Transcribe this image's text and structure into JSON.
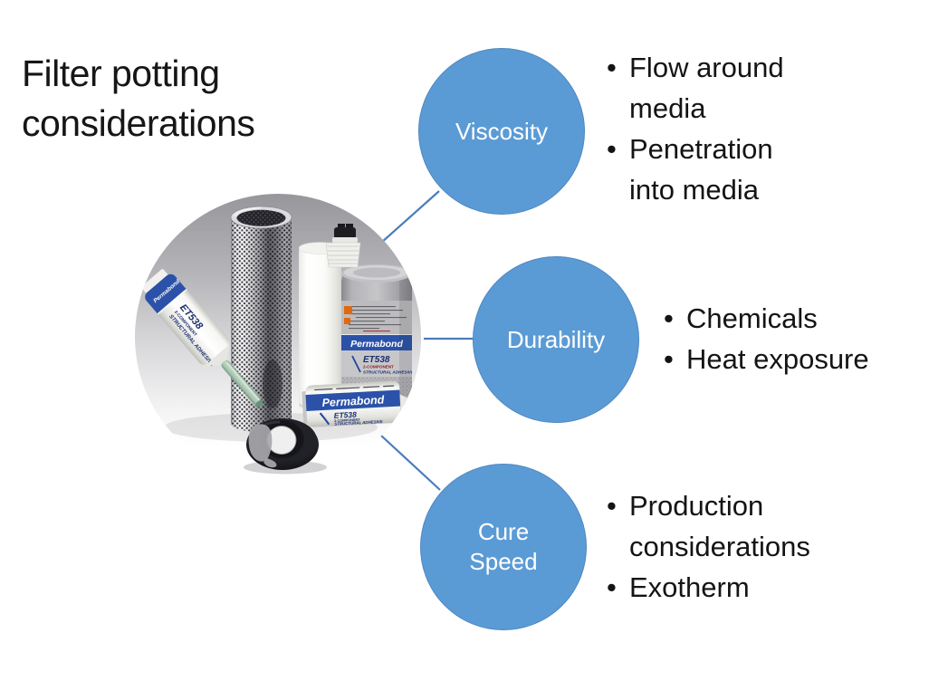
{
  "title": "Filter potting considerations",
  "bullet_char": "•",
  "topics": [
    {
      "label": "Viscosity",
      "bullets": [
        "Flow around media",
        "Penetration into media"
      ]
    },
    {
      "label": "Durability",
      "bullets": [
        "Chemicals",
        "Heat exposure"
      ]
    },
    {
      "label": "Cure Speed",
      "bullets": [
        "Production considerations",
        "Exotherm"
      ]
    }
  ],
  "photo": {
    "description": "Permabond ET538 adhesive cartridges with perforated metal filter tube and black rubber seal",
    "labels": {
      "brand": "Permabond",
      "product": "ET538",
      "component_line": "2-COMPONENT",
      "adhesive_line": "STRUCTURAL ADHESIVE"
    }
  },
  "colors": {
    "circle_fill": "#5B9BD5",
    "circle_border": "#4D87C2",
    "circle_text": "#FFFFFF",
    "connector": "#4A7CBE",
    "title_text": "#161616",
    "bullet_text": "#141414"
  }
}
